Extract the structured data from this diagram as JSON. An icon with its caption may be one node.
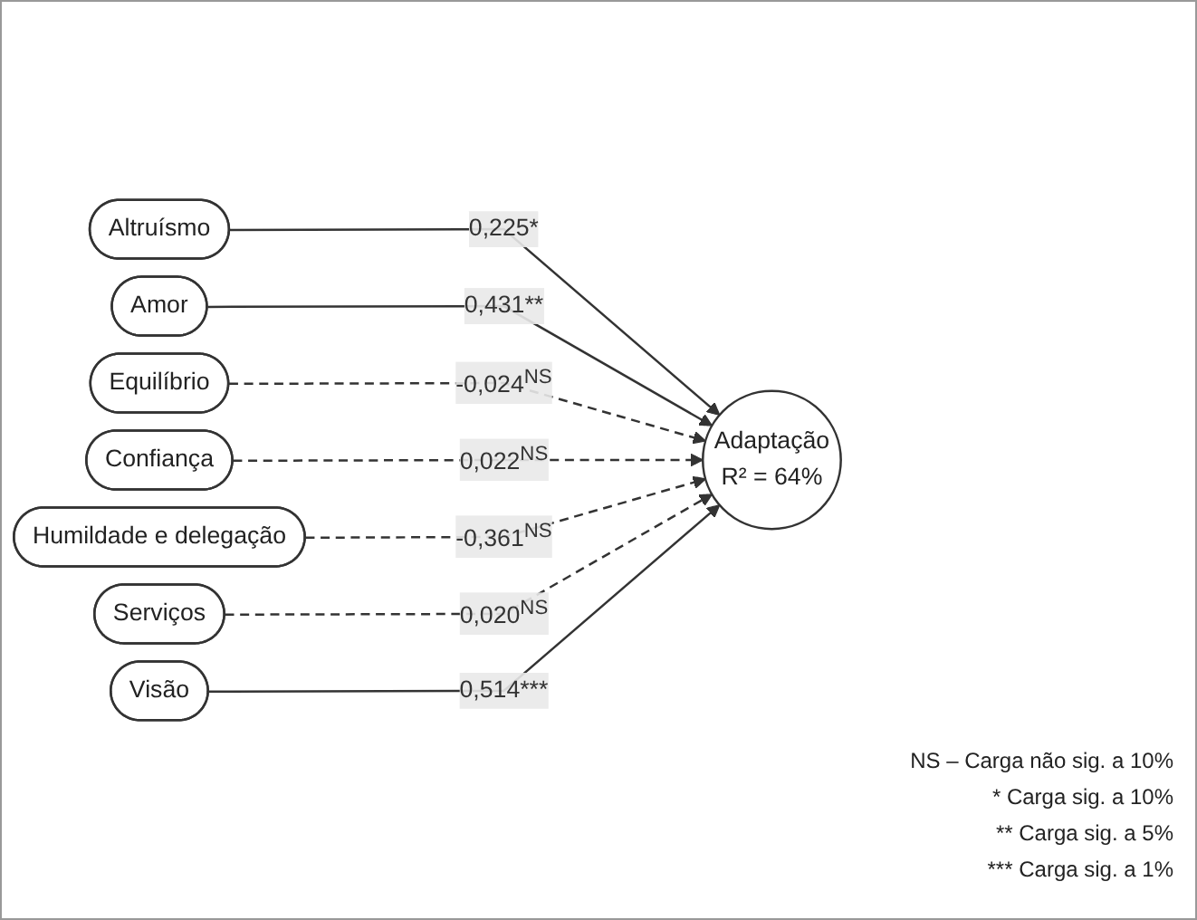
{
  "diagram": {
    "nodes": [
      {
        "text": [
          "Altruísmo"
        ]
      },
      {
        "text": [
          "Amor"
        ]
      },
      {
        "text": [
          "Equilíbrio"
        ]
      },
      {
        "text": [
          "Confiança"
        ]
      },
      {
        "text": [
          "Humildade e delegação"
        ]
      },
      {
        "text": [
          "Serviços"
        ]
      },
      {
        "text": [
          "Visão"
        ]
      },
      {
        "text": [
          "Adaptação",
          "R² = 64%"
        ]
      }
    ],
    "edges": [
      {
        "from": 0,
        "to": 7,
        "arrow": "to",
        "label": "0,225*"
      },
      {
        "from": 1,
        "to": 7,
        "arrow": "to",
        "label": "0,431**"
      },
      {
        "from": 2,
        "to": 7,
        "arrow": "to",
        "label": "-0,024$^{NS}$",
        "style": "dashed"
      },
      {
        "from": 3,
        "to": 7,
        "arrow": "to",
        "label": "0,022$^{NS}$",
        "style": "dashed"
      },
      {
        "from": 4,
        "to": 7,
        "arrow": "to",
        "label": "-0,361$^{NS}$",
        "style": "dashed"
      },
      {
        "from": 5,
        "to": 7,
        "arrow": "to",
        "label": "0,020$^{NS}$",
        "style": "dashed"
      },
      {
        "from": 6,
        "to": 7,
        "arrow": "to",
        "label": "0,514***"
      }
    ],
    "labels": [
      "NS – Carga não sig. a 10%",
      "* Carga sig. a 10%",
      "** Carga sig. a 5%",
      "*** Carga sig. a 1%"
    ]
  }
}
